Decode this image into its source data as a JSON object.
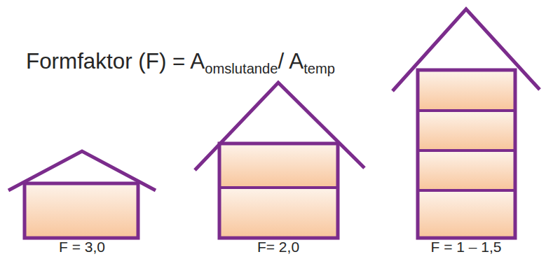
{
  "diagram": {
    "labels": [
      "Formfaktor (F) = A",
      "omslutande",
      "/ A",
      "temp",
      "F = 3,0",
      "F= 2,0",
      "F = 1 – 1,5"
    ]
  }
}
